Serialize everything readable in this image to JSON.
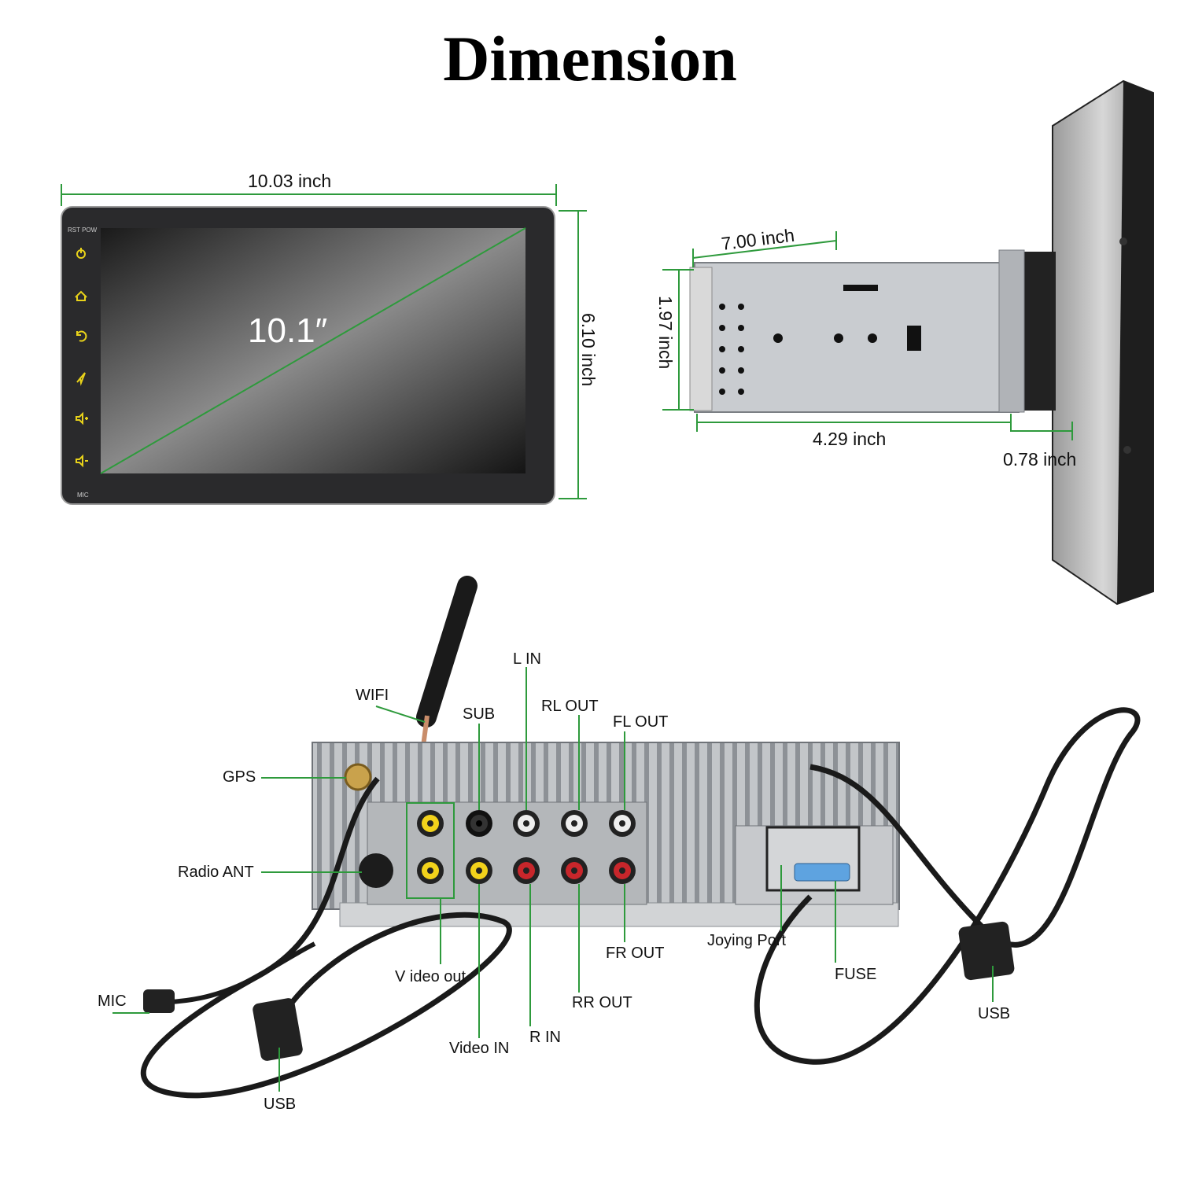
{
  "title": "Dimension",
  "front": {
    "width_label": "10.03 inch",
    "height_label": "6.10 inch",
    "diagonal_label": "10.1″",
    "top_text": "RST POW",
    "bottom_text": "MIC"
  },
  "side": {
    "depth_label": "7.00 inch",
    "height_label": "1.97 inch",
    "chassis_label": "4.29 inch",
    "bracket_label": "0.78 inch"
  },
  "ports": {
    "wifi": "WIFI",
    "gps": "GPS",
    "radio_ant": "Radio ANT",
    "sub": "SUB",
    "l_in": "L IN",
    "rl_out": "RL OUT",
    "fl_out": "FL OUT",
    "fr_out": "FR OUT",
    "video_out": "V ideo out",
    "video_in": "Video IN",
    "r_in": "R IN",
    "rr_out": "RR OUT",
    "mic": "MIC",
    "usb_left": "USB",
    "joying_port": "Joying Port",
    "fuse": "FUSE",
    "usb_right": "USB"
  },
  "colors": {
    "dimension_line": "#2e9a3c",
    "bezel": "#2a2a2c",
    "chassis": "#b9bcbf",
    "rca_yellow": "#f2d21b",
    "rca_red": "#c8262b",
    "rca_white": "#eeeeee",
    "rca_black": "#222222"
  }
}
